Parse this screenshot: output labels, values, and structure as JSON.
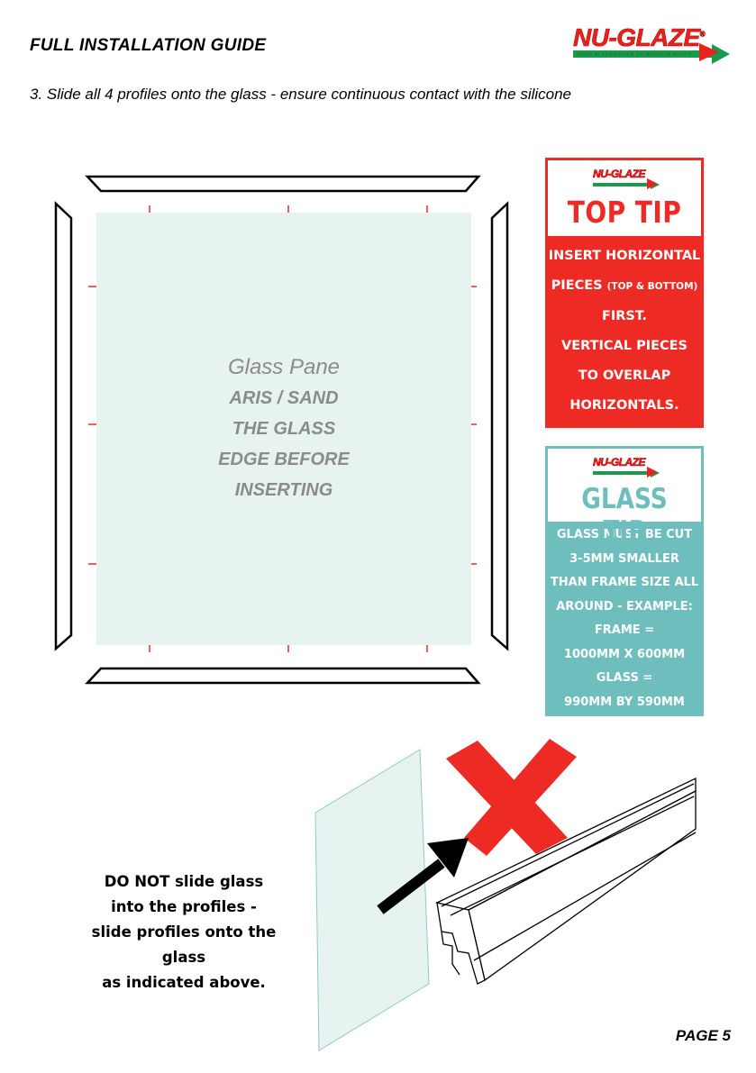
{
  "header": {
    "title": "FULL INSTALLATION GUIDE",
    "step": "3. Slide all 4 profiles onto the glass - ensure continuous contact with the silicone"
  },
  "logo": {
    "word": "NU-GLAZE",
    "tagline": "UPVC ALTERNATIVE TO WINDOW PUTTY",
    "registered": "®"
  },
  "glass_pane": {
    "title": "Glass Pane",
    "lines": [
      "ARIS / SAND",
      "THE GLASS",
      "EDGE BEFORE",
      "INSERTING"
    ]
  },
  "top_tip": {
    "title": "TOP TIP",
    "line1": "INSERT HORIZONTAL",
    "line2_main": "PIECES",
    "line2_small": "(TOP & BOTTOM)",
    "line3": "FIRST.",
    "line4": "VERTICAL PIECES",
    "line5": "TO OVERLAP",
    "line6": "HORIZONTALS."
  },
  "glass_tip": {
    "title": "GLASS TIP",
    "lines": [
      "GLASS MUST BE CUT",
      "3-5MM SMALLER",
      "THAN FRAME SIZE ALL",
      "AROUND - EXAMPLE:",
      "FRAME =",
      "1000MM X 600MM",
      "GLASS =",
      "990MM BY 590MM"
    ]
  },
  "warning": {
    "lines": [
      "DO NOT slide glass",
      "into the profiles -",
      "slide profiles onto the glass",
      "as indicated above."
    ]
  },
  "footer": {
    "page": "PAGE 5"
  },
  "colors": {
    "red": "#ee2a24",
    "teal": "#6ebebd",
    "glass": "#e6f3f1",
    "green": "#1a9a4a"
  },
  "icons": [
    "nu-glaze-logo",
    "red-arrow",
    "black-arrow",
    "red-cross"
  ]
}
